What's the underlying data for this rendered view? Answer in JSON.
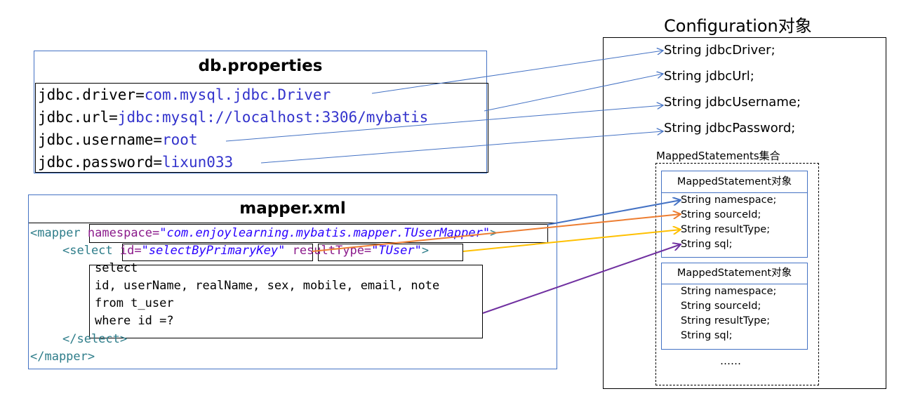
{
  "db_properties": {
    "title": "db.properties",
    "lines": [
      {
        "key": "jdbc.driver=",
        "value": "com.mysql.jdbc.Driver"
      },
      {
        "key": "jdbc.url=",
        "value": "jdbc:mysql://localhost:3306/mybatis"
      },
      {
        "key": "jdbc.username=",
        "value": "root"
      },
      {
        "key": "jdbc.password=",
        "value": "lixun033"
      }
    ]
  },
  "mapper_xml": {
    "title": "mapper.xml",
    "mapper_open": "<mapper",
    "namespace_attr": "namespace=",
    "namespace_value": "\"com.enjoylearning.mybatis.mapper.TUserMapper\"",
    "close_bracket": ">",
    "select_open": "<select",
    "id_attr": "id=",
    "id_value": "\"selectByPrimaryKey\"",
    "result_attr": "resultType=",
    "result_value": "\"TUser\"",
    "sql": [
      "select",
      "id, userName, realName, sex, mobile, email, note",
      "from t_user",
      "where id =?"
    ],
    "select_close": "</select>",
    "mapper_close": "</mapper>"
  },
  "configuration": {
    "title": "Configuration对象",
    "fields": [
      "String jdbcDriver;",
      "String jdbcUrl;",
      "String jdbcUsername;",
      "String jdbcPassword;"
    ],
    "collection_label": "MappedStatements集合",
    "statements": [
      {
        "title": "MappedStatement对象",
        "fields": [
          "String namespace;",
          "String sourceId;",
          "String resultType;",
          "String sql;"
        ]
      },
      {
        "title": "MappedStatement对象",
        "fields": [
          "String namespace;",
          "String sourceId;",
          "String resultType;",
          "String sql;"
        ]
      }
    ],
    "ellipsis": "……"
  },
  "colors": {
    "blue": "#4472c4",
    "orange": "#ed7d31",
    "yellow": "#ffc000",
    "purple": "#7030a0"
  }
}
